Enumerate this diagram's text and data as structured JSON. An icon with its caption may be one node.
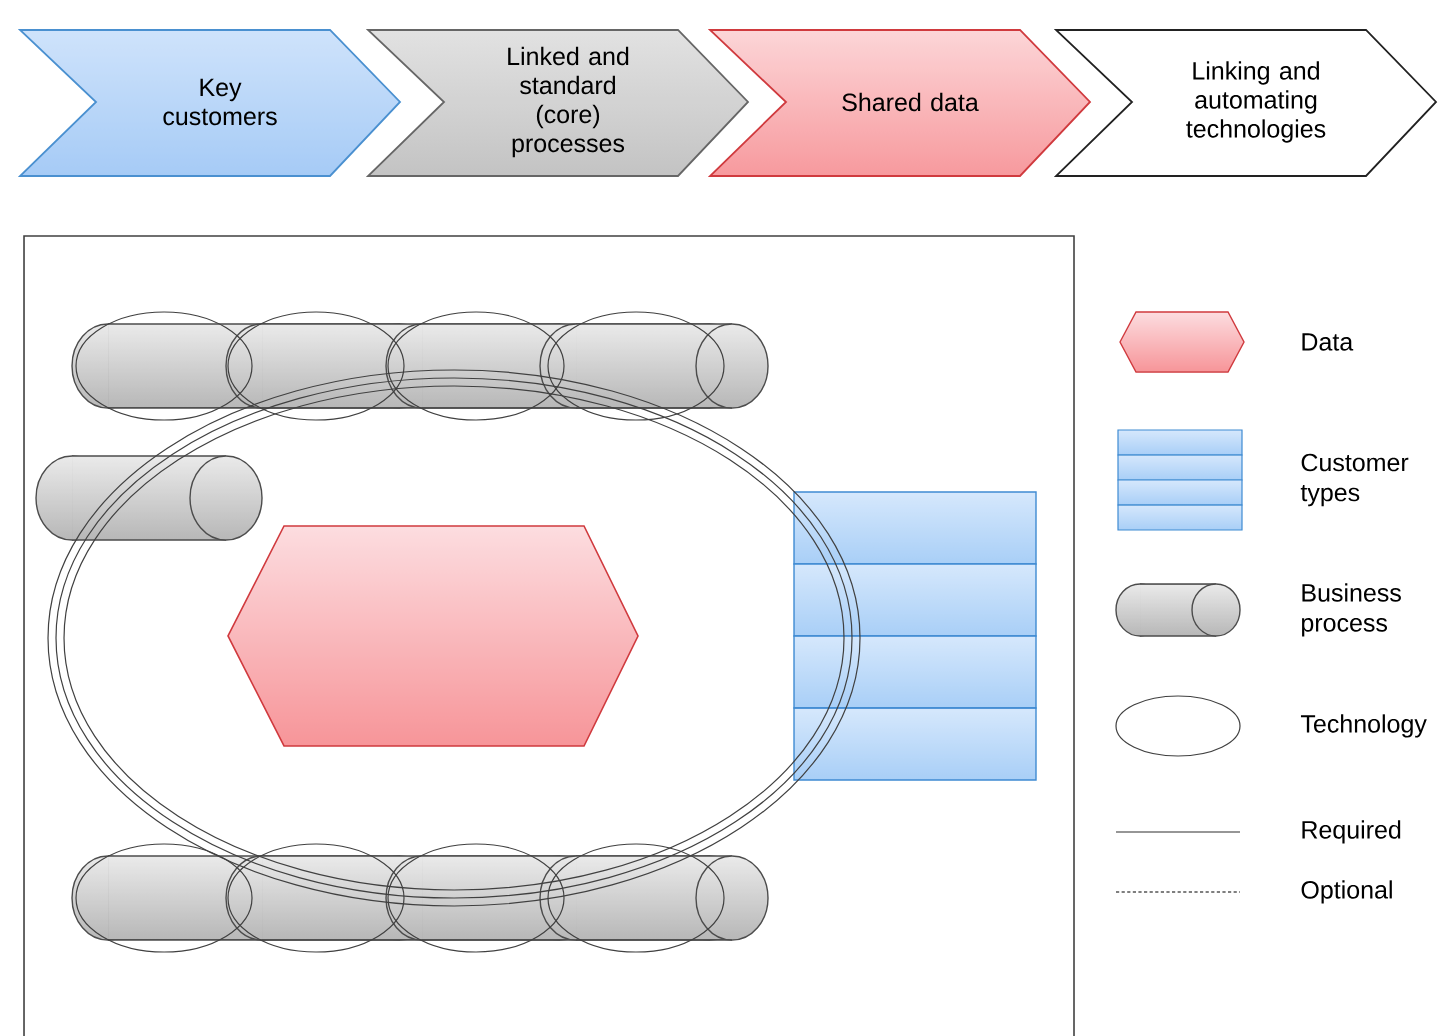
{
  "diagram": {
    "nodes": [
      {
        "text": [
          "Key customers"
        ]
      },
      {
        "text": [
          "Linked and standard (core) processes"
        ]
      },
      {
        "text": [
          "Shared data"
        ]
      },
      {
        "text": [
          "Linking and automating technologies"
        ]
      }
    ],
    "legend": [
      {
        "text": "Data"
      },
      {
        "text": "Customer types"
      },
      {
        "text": "Business process"
      },
      {
        "text": "Technology"
      },
      {
        "text": "Required"
      },
      {
        "text": "Optional"
      }
    ]
  }
}
